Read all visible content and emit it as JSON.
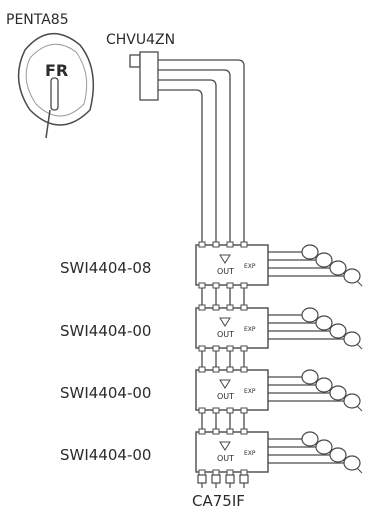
{
  "dish": {
    "model": "PENTA85",
    "logo_text": "FR"
  },
  "lnb": {
    "model": "CHVU4ZN"
  },
  "multiswitches": [
    {
      "model": "SWI4404-08",
      "face_text": "OUT",
      "side_text": "EXP"
    },
    {
      "model": "SWI4404-00",
      "face_text": "OUT",
      "side_text": "EXP"
    },
    {
      "model": "SWI4404-00",
      "face_text": "OUT",
      "side_text": "EXP"
    },
    {
      "model": "SWI4404-00",
      "face_text": "OUT",
      "side_text": "EXP"
    }
  ],
  "terminator": {
    "model": "CA75IF"
  },
  "outputs_per_switch": 4,
  "colors": {
    "line": "#4a4a4a",
    "fill": "#ffffff",
    "text": "#2b2b2b"
  }
}
